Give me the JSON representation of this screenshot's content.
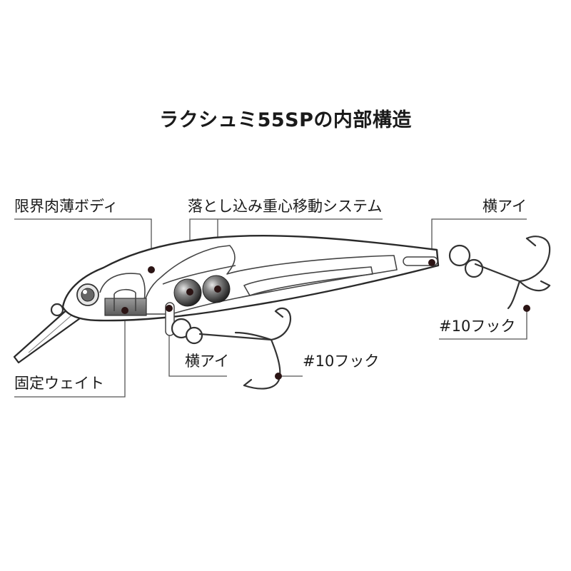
{
  "title": "ラクシュミ55SPの内部構造",
  "labels": {
    "body": "限界肉薄ボディ",
    "weight_system": "落とし込み重心移動システム",
    "rear_eye": "横アイ",
    "rear_hook": "#10フック",
    "front_eye": "横アイ",
    "front_hook": "#10フック",
    "fixed_weight": "固定ウェイト"
  }
}
